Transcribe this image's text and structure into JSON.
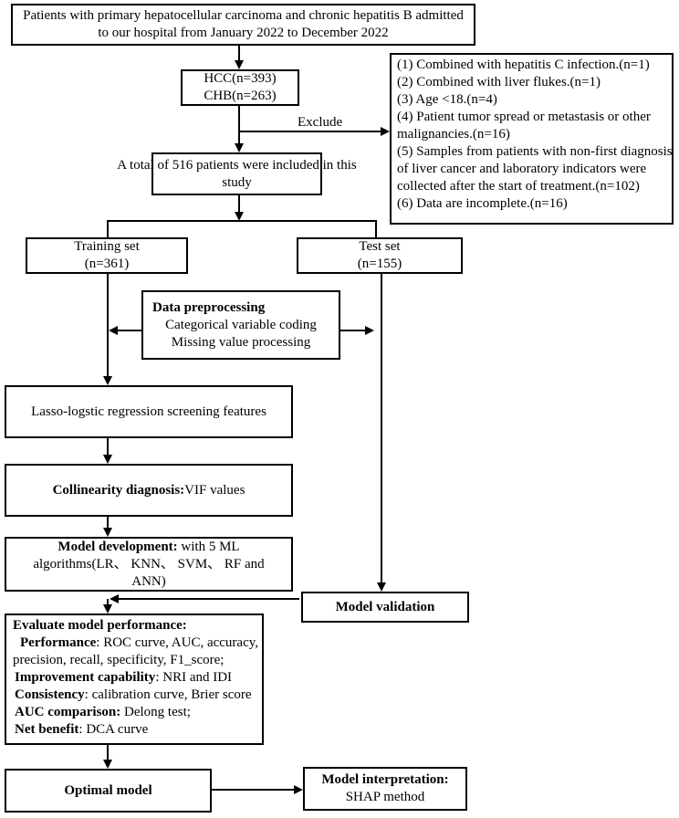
{
  "start": {
    "line1": "Patients with primary hepatocellular carcinoma and chronic hepatitis B admitted",
    "line2": "to our hospital from January 2022 to December 2022"
  },
  "counts": {
    "hcc": "HCC(n=393)",
    "chb": "CHB(n=263)"
  },
  "exclude_label": "Exclude",
  "exclusions": [
    "(1) Combined with hepatitis C infection.(n=1)",
    "(2) Combined with liver flukes.(n=1)",
    "(3) Age <18.(n=4)",
    "(4) Patient tumor spread or metastasis or other",
    "malignancies.(n=16)",
    "(5) Samples from patients with non-first diagnosis",
    "of liver cancer and laboratory indicators were",
    "collected after the start of treatment.(n=102)",
    "(6) Data are incomplete.(n=16)"
  ],
  "included": {
    "line1": "A total of 516 patients were included in this",
    "line2": "study"
  },
  "training": {
    "line1": "Training set",
    "line2": "(n=361)"
  },
  "test": {
    "line1": "Test set",
    "line2": "(n=155)"
  },
  "preprocessing": {
    "title": "Data preprocessing",
    "item1": "Categorical variable coding",
    "item2": "Missing value processing"
  },
  "lasso": "Lasso-logstic regression screening features",
  "collinearity": {
    "bold": "Collinearity diagnosis:",
    "rest": "VIF values"
  },
  "model_dev": {
    "bold": "Model development:",
    "rest1": " with 5 ML",
    "line2": "algorithms(LR、 KNN、 SVM、 RF and",
    "line3": "ANN)"
  },
  "validation": "Model validation",
  "evaluate": {
    "title": "Evaluate model performance:",
    "perf_bold": "Performance",
    "perf_rest": ": ROC curve, AUC, accuracy,",
    "perf_line2": "precision, recall, specificity, F1_score;",
    "impr_bold": "Improvement capability",
    "impr_rest": ": NRI and IDI",
    "cons_bold": "Consistency",
    "cons_rest": ": calibration curve, Brier score",
    "auc_bold": "AUC comparison:",
    "auc_rest": " Delong test;",
    "net_bold": "Net benefit",
    "net_rest": ": DCA curve"
  },
  "optimal": "Optimal model",
  "interpretation": {
    "title": "Model interpretation:",
    "method": "SHAP method"
  }
}
